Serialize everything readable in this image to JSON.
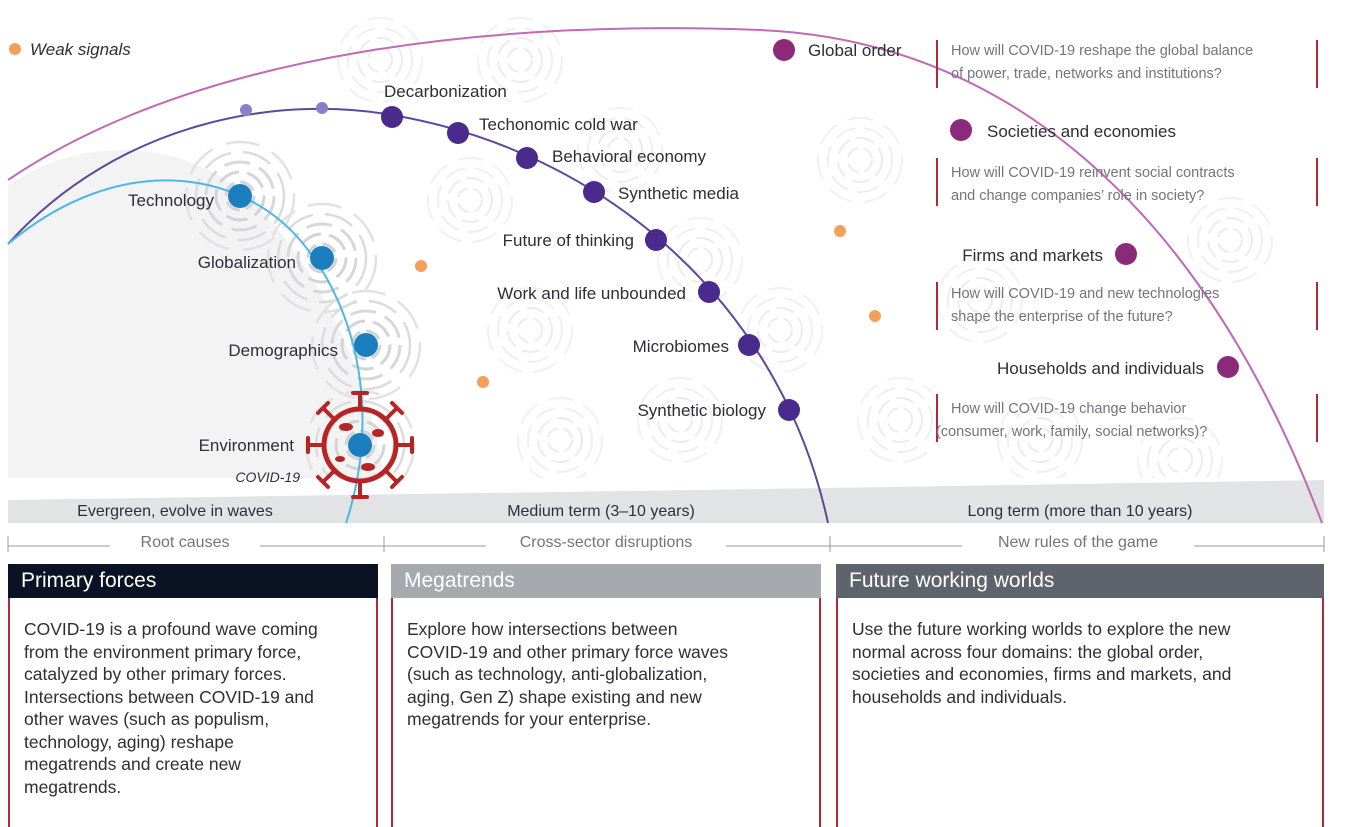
{
  "legend": {
    "weak_signals": "Weak signals"
  },
  "primary_forces": [
    {
      "label": "Technology"
    },
    {
      "label": "Globalization"
    },
    {
      "label": "Demographics"
    },
    {
      "label": "Environment",
      "sublabel": "COVID-19"
    }
  ],
  "megatrends": [
    "Decarbonization",
    "Techonomic cold war",
    "Behavioral economy",
    "Synthetic media",
    "Future of thinking",
    "Work and life unbounded",
    "Microbiomes",
    "Synthetic biology"
  ],
  "working_worlds": [
    {
      "label": "Global order",
      "question_lines": [
        "How will COVID-19 reshape the global balance",
        "of power, trade, networks and institutions?"
      ]
    },
    {
      "label": "Societies and economies",
      "question_lines": [
        "How will COVID-19 reinvent social contracts",
        "and change companies’ role in society?"
      ]
    },
    {
      "label": "Firms and markets",
      "question_lines": [
        "How will COVID-19 and new technologies",
        "shape the enterprise of the future?"
      ]
    },
    {
      "label": "Households and individuals",
      "question_lines": [
        "How will COVID-19 change behavior",
        "(consumer, work, family, social networks)?"
      ]
    }
  ],
  "horizons": {
    "bands": [
      "Evergreen, evolve in waves",
      "Medium term (3–10 years)",
      "Long term (more than 10 years)"
    ],
    "subtitles": [
      "Root causes",
      "Cross-sector disruptions",
      "New rules of the game"
    ]
  },
  "columns": [
    {
      "title": "Primary forces",
      "body": "COVID-19 is a profound wave coming from the environment primary force, catalyzed by other primary forces. Intersections between COVID-19 and other waves (such as populism, technology, aging) reshape megatrends and create new megatrends."
    },
    {
      "title": "Megatrends",
      "body": "Explore how intersections between COVID-19 and other primary force waves (such as technology, anti-globalization, aging, Gen Z) shape existing and new megatrends for your enterprise."
    },
    {
      "title": "Future working worlds",
      "body": "Use the future working worlds to explore the new normal across four domains: the global order, societies and economies, firms and markets, and households and individuals."
    }
  ],
  "colors": {
    "primary_force_dot": "#1b7fbf",
    "primary_force_arc": "#4bb8e6",
    "megatrend_dot": "#4a2a8c",
    "megatrend_arc": "#5a4a9a",
    "weak_signal_dot": "#f5a05a",
    "world_dot": "#8c2a7a",
    "world_arc": "#c06ab8",
    "virus": "#b52525",
    "accent_bar": "#b0283a",
    "head_primary": "#0b1224",
    "head_megatrends": "#a6a9ad",
    "head_worlds": "#5d646b"
  }
}
